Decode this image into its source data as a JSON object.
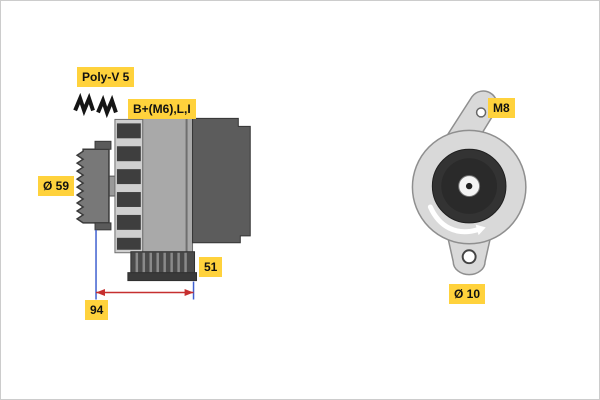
{
  "diagram": {
    "side_view": {
      "belt_label": "Poly-V 5",
      "terminal_label": "B+(M6),L,I",
      "pulley_diameter_label": "Ø 59",
      "length_label": "51",
      "mount_span_label": "94"
    },
    "rear_view": {
      "thread_label": "M8",
      "hole_diameter_label": "Ø 10"
    }
  },
  "colors": {
    "label_bg": "#ffd23c",
    "label_text": "#111111",
    "dim_red": "#c62f2f",
    "ref_blue": "#3f5fd0",
    "canvas_border": "#cccccc"
  }
}
